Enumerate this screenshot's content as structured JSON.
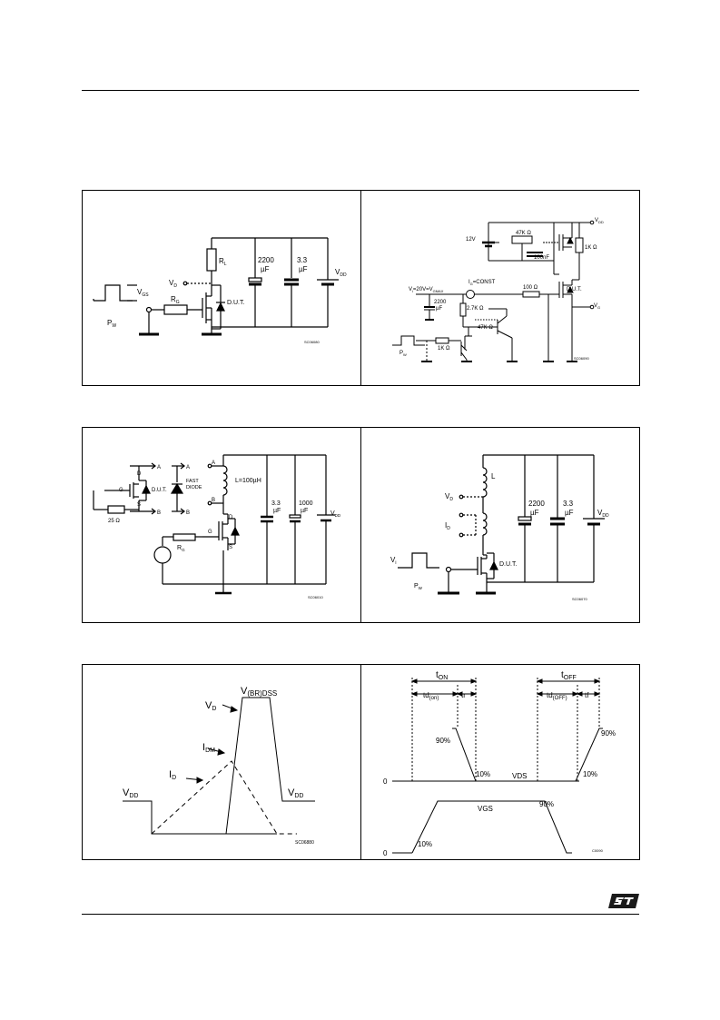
{
  "page": {
    "accent": "#1a1a1a"
  },
  "fig1": {
    "pulse_label": "P",
    "pulse_sub": "W",
    "vgs_label": "V",
    "vgs_sub": "GS",
    "vd_label": "V",
    "vd_sub": "D",
    "rg_label": "R",
    "rg_sub": "G",
    "rl_label": "R",
    "rl_sub": "L",
    "dut_label": "D.U.T.",
    "cap1_value": "2200",
    "cap1_unit": "µF",
    "cap2_value": "3.3",
    "cap2_unit": "µF",
    "vdd_label": "V",
    "vdd_sub": "DD",
    "code": "SC06080"
  },
  "fig2": {
    "supply_label": "12V",
    "pot_label": "47K Ω",
    "cap_label": "100nF",
    "res1_label": "1K Ω",
    "vdd_label": "V",
    "vdd_sub": "DD",
    "ig_label": "I",
    "ig_sub": "G",
    "ig_rest": "=CONST",
    "vi_label": "V",
    "vi_sub": "i",
    "vi_mid": "=20V=V",
    "vi_sub2": "GMAX",
    "cap2_value": "2200",
    "cap2_unit": "µF",
    "res_gate_label": "100 Ω",
    "dut_label": "D.U.T.",
    "res27_label": "2.7K Ω",
    "res47_label": "47K Ω",
    "res1k_label": "1K Ω",
    "vg_label": "V",
    "vg_sub": "G",
    "pulse_label": "P",
    "pulse_sub": "W",
    "code": "SC06090"
  },
  "fig3": {
    "a_label": "A",
    "b_label": "B",
    "d_label": "D",
    "g_label": "G",
    "s_label": "S",
    "dut_label": "D.U.T.",
    "res25_label": "25 Ω",
    "diode_label1": "FAST",
    "diode_label2": "DIODE",
    "inductor_label": "L=100µH",
    "cap1_value": "3.3",
    "cap1_unit": "µF",
    "cap2_value": "1000",
    "cap2_unit": "µF",
    "vdd_label": "V",
    "vdd_sub": "DD",
    "rg_label": "R",
    "rg_sub": "G",
    "code": "SC06010"
  },
  "fig4": {
    "l_label": "L",
    "vd_label": "V",
    "vd_sub": "D",
    "id_label": "I",
    "id_sub": "D",
    "vi_label": "V",
    "vi_sub": "i",
    "pulse_label": "P",
    "pulse_sub": "W",
    "dut_label": "D.U.T.",
    "cap1_value": "2200",
    "cap1_unit": "µF",
    "cap2_value": "3.3",
    "cap2_unit": "µF",
    "vdd_label": "V",
    "vdd_sub": "DD",
    "code": "SC06070"
  },
  "fig5": {
    "vbr_label": "V",
    "vbr_sub": "(BR)DSS",
    "vd_label": "V",
    "vd_sub": "D",
    "idm_label": "I",
    "idm_sub": "DM",
    "id_label": "I",
    "id_sub": "D",
    "vdd_left_label": "V",
    "vdd_left_sub": "DD",
    "vdd_right_label": "V",
    "vdd_right_sub": "DD",
    "code": "SC06880"
  },
  "fig6": {
    "ton_label": "t",
    "ton_sub": "ON",
    "toff_label": "t",
    "toff_sub": "OFF",
    "tdon_label": "td",
    "tdon_sub": "(on)",
    "tr_label": "tr",
    "tdoff_label": "td",
    "tdoff_sub": "(OFF)",
    "tf_label": "tf",
    "p90_left": "90%",
    "p10_mid": "10%",
    "vds_label": "VDS",
    "p10_right": "10%",
    "p90_right": "90%",
    "zero_top": "0",
    "zero_bottom": "0",
    "vgs_label": "VGS",
    "p90_vgs": "90%",
    "p10_vgs": "10%",
    "code": "C0090"
  }
}
